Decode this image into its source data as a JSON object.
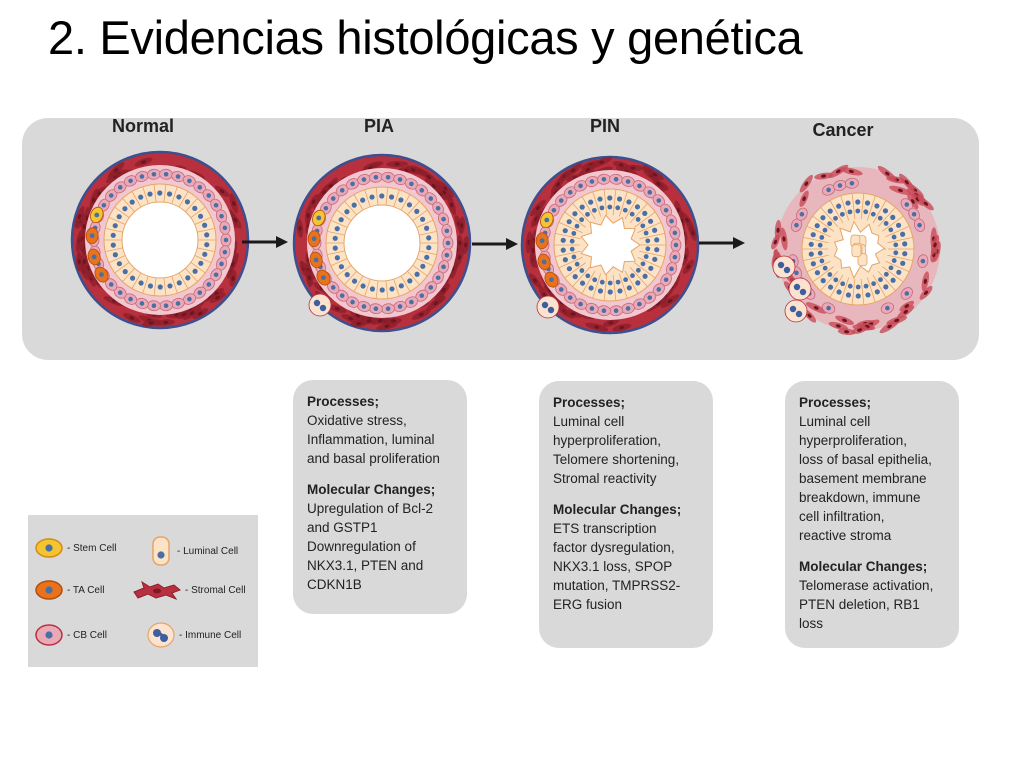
{
  "slide": {
    "title": "2. Evidencias histológicas y genética"
  },
  "stages": [
    {
      "label": "Normal",
      "lumen": "smooth",
      "immune": 0
    },
    {
      "label": "PIA",
      "lumen": "smooth",
      "immune": 1
    },
    {
      "label": "PIN",
      "lumen": "crowded",
      "immune": 1
    },
    {
      "label": "Cancer",
      "lumen": "disrupted",
      "immune": 3
    }
  ],
  "boxes": [
    {
      "processes_header": "Processes;",
      "processes_lines": [
        "Oxidative stress,",
        "Inflammation, luminal",
        "and basal proliferation"
      ],
      "molecular_header": "Molecular Changes;",
      "molecular_lines": [
        "Upregulation of Bcl-2",
        "and GSTP1",
        "Downregulation of",
        "NKX3.1, PTEN and",
        "CDKN1B"
      ]
    },
    {
      "processes_header": "Processes;",
      "processes_lines": [
        "Luminal cell",
        "hyperproliferation,",
        "Telomere shortening,",
        "Stromal reactivity"
      ],
      "molecular_header": "Molecular Changes;",
      "molecular_lines": [
        "ETS transcription",
        "factor dysregulation,",
        "NKX3.1 loss, SPOP",
        "mutation, TMPRSS2-",
        "ERG fusion"
      ]
    },
    {
      "processes_header": "Processes;",
      "processes_lines": [
        "Luminal cell",
        "hyperproliferation,",
        "loss of basal epithelia,",
        "basement membrane",
        "breakdown, immune",
        "cell infiltration,",
        "reactive stroma"
      ],
      "molecular_header": "Molecular Changes;",
      "molecular_lines": [
        "Telomerase activation,",
        "PTEN deletion, RB1",
        "loss"
      ]
    }
  ],
  "legend": [
    {
      "label": "- Stem Cell",
      "icon": "stem-cell-icon"
    },
    {
      "label": "- Luminal Cell",
      "icon": "luminal-cell-icon"
    },
    {
      "label": "- TA Cell",
      "icon": "ta-cell-icon"
    },
    {
      "label": "- Stromal Cell",
      "icon": "stromal-cell-icon"
    },
    {
      "label": "- CB Cell",
      "icon": "cb-cell-icon"
    },
    {
      "label": "- Immune Cell",
      "icon": "immune-cell-icon"
    }
  ],
  "colors": {
    "stroma": "#b8303d",
    "stroma_dark": "#8e1f2c",
    "basement": "#3d4f8c",
    "cb_cell": "#e9a9b6",
    "luminal": "#fde3c6",
    "luminal_edge": "#e5a468",
    "nucleus": "#4a6fa5",
    "stem": "#f5c431",
    "ta": "#e8731c",
    "immune_bg": "#fbe3cf",
    "panel": "#d9d9d9"
  }
}
